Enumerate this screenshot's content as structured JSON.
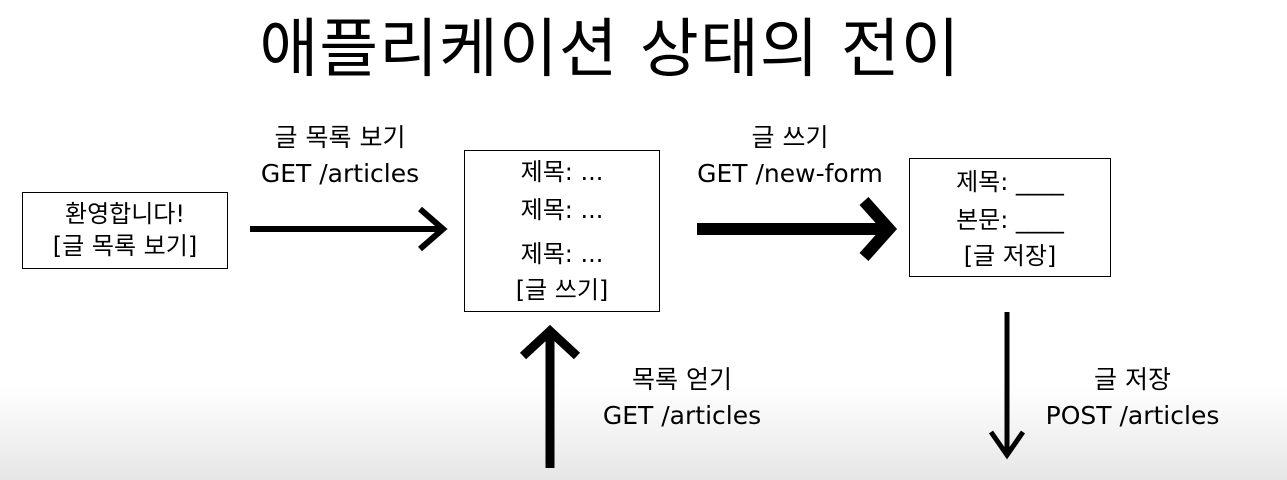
{
  "title": "애플리케이션 상태의 전이",
  "states": {
    "welcome": {
      "line1": "환영합니다!",
      "line2": "[글 목록 보기]"
    },
    "list": {
      "items": [
        "제목: ...",
        "제목: ...",
        "제목: ..."
      ],
      "action": "[글 쓰기]"
    },
    "form": {
      "title_field": "제목: ____",
      "body_field": "본문: ____",
      "action": "[글 저장]"
    }
  },
  "transitions": {
    "view_list": {
      "name": "글 목록 보기",
      "request": "GET /articles"
    },
    "write": {
      "name": "글 쓰기",
      "request": "GET /new-form"
    },
    "fetch_list": {
      "name": "목록 얻기",
      "request": "GET /articles"
    },
    "save": {
      "name": "글 저장",
      "request": "POST /articles"
    }
  }
}
